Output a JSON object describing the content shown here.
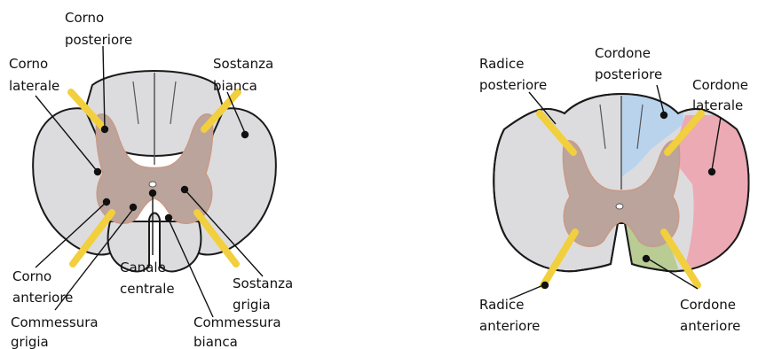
{
  "colors": {
    "white_matter": "#dcdcdf",
    "gray_matter": "#bba49b",
    "gray_matter_border": "#c99a86",
    "root": "#f2cf3c",
    "posterior_cord": "#b9d3ec",
    "lateral_cord": "#ecaab4",
    "anterior_cord": "#b8cc94",
    "outline": "#1a1a1a"
  },
  "left_diagram": {
    "labels": [
      {
        "id": "corno-posteriore",
        "lines": [
          "Corno",
          "posteriore"
        ]
      },
      {
        "id": "corno-laterale",
        "lines": [
          "Corno",
          "laterale"
        ]
      },
      {
        "id": "sostanza-bianca",
        "lines": [
          "Sostanza",
          "bianca"
        ]
      },
      {
        "id": "corno-anteriore",
        "lines": [
          "Corno",
          "anteriore"
        ]
      },
      {
        "id": "canale-centrale",
        "lines": [
          "Canale",
          "centrale"
        ]
      },
      {
        "id": "sostanza-grigia",
        "lines": [
          "Sostanza",
          "grigia"
        ]
      },
      {
        "id": "commessura-grigia",
        "lines": [
          "Commessura",
          "grigia"
        ]
      },
      {
        "id": "commessura-bianca",
        "lines": [
          "Commessura",
          "bianca"
        ]
      }
    ]
  },
  "right_diagram": {
    "labels": [
      {
        "id": "radice-posteriore",
        "lines": [
          "Radice",
          "posteriore"
        ]
      },
      {
        "id": "cordone-posteriore",
        "lines": [
          "Cordone",
          "posteriore"
        ]
      },
      {
        "id": "cordone-laterale",
        "lines": [
          "Cordone",
          "laterale"
        ]
      },
      {
        "id": "radice-anteriore",
        "lines": [
          "Radice",
          "anteriore"
        ]
      },
      {
        "id": "cordone-anteriore",
        "lines": [
          "Cordone",
          "anteriore"
        ]
      }
    ]
  }
}
